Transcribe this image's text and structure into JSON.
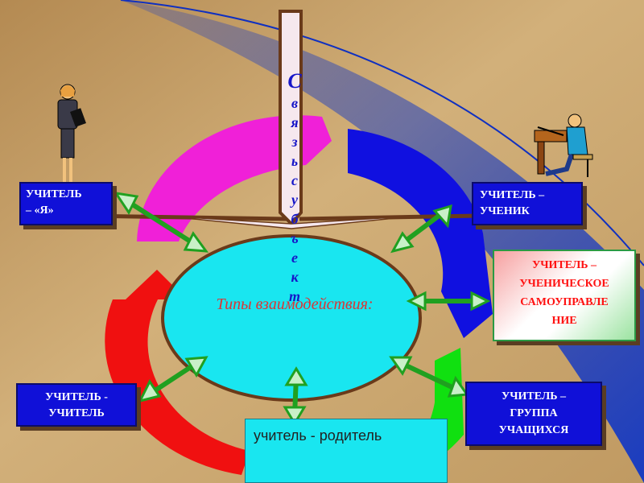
{
  "slide": {
    "center_label": "Типы взаимодействия:",
    "vertical_word": [
      "С",
      "в",
      "я",
      "з",
      "ь",
      "с",
      "у",
      "б",
      "ъ",
      "е",
      "к",
      "т"
    ],
    "boxes": {
      "ya": [
        "УЧИТЕЛЬ",
        "– «Я»"
      ],
      "uchenik": [
        "УЧИТЕЛЬ –",
        "УЧЕНИК"
      ],
      "self_government": [
        "УЧИТЕЛЬ –",
        "УЧЕНИЧЕСКОЕ",
        "САМОУПРАВЛЕ",
        "НИЕ"
      ],
      "teacher_teacher": [
        "УЧИТЕЛЬ -",
        "УЧИТЕЛЬ"
      ],
      "teacher_group": [
        "УЧИТЕЛЬ –",
        "ГРУППА",
        "УЧАЩИХСЯ"
      ],
      "teacher_parent": "учитель - родитель"
    },
    "colors": {
      "background": "#c8a46a",
      "ellipse": "#19e6f0",
      "box_blue": "#1010d8",
      "arc_magenta": "#f020d8",
      "arc_blue": "#1010e0",
      "arc_red": "#f01010",
      "arc_green": "#10e010",
      "arrow_green": "#30c030",
      "label_red": "#d93636"
    }
  }
}
